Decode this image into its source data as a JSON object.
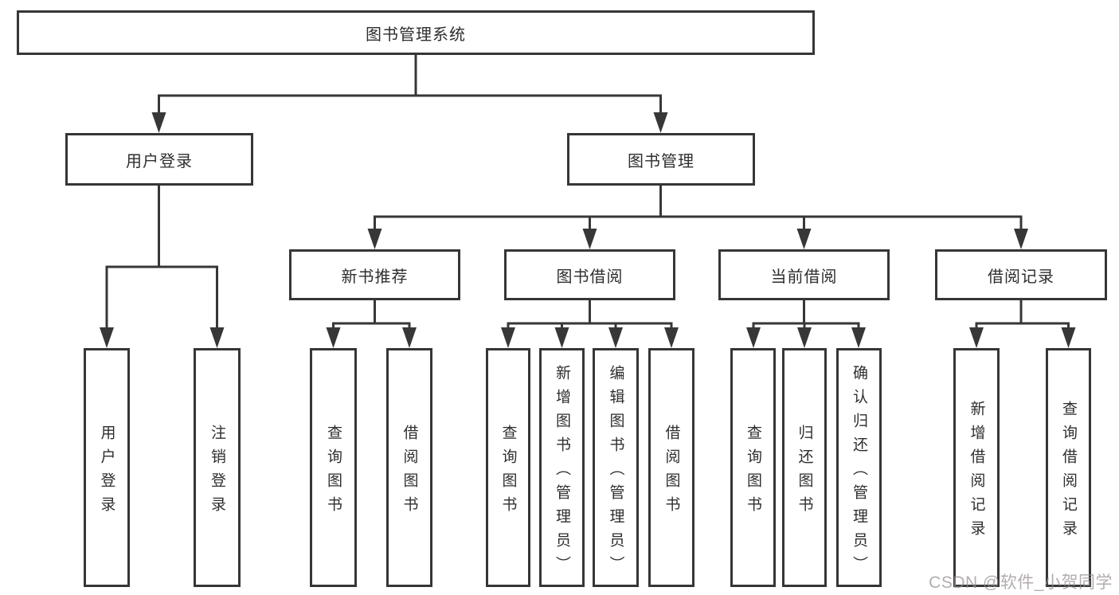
{
  "diagram_title": "图书管理系统",
  "watermark": "CSDN @软件_小贺同学",
  "nodes": {
    "root": {
      "label": "图书管理系统"
    },
    "user_login": {
      "label": "用户登录"
    },
    "book_mgmt": {
      "label": "图书管理"
    },
    "new_book_rec": {
      "label": "新书推荐"
    },
    "book_borrow": {
      "label": "图书借阅"
    },
    "current_borrow": {
      "label": "当前借阅"
    },
    "borrow_record": {
      "label": "借阅记录"
    },
    "leaf_user_login": {
      "label": "用户登录"
    },
    "leaf_logout": {
      "label": "注销登录"
    },
    "leaf_query_book_rec": {
      "label": "查询图书"
    },
    "leaf_borrow_book_rec": {
      "label": "借阅图书"
    },
    "leaf_query_book_bb": {
      "label": "查询图书"
    },
    "leaf_add_book_admin": {
      "label": "新增图书（管理员）"
    },
    "leaf_edit_book_admin": {
      "label": "编辑图书（管理员）"
    },
    "leaf_borrow_book_bb": {
      "label": "借阅图书"
    },
    "leaf_query_book_cur": {
      "label": "查询图书"
    },
    "leaf_return_book": {
      "label": "归还图书"
    },
    "leaf_confirm_return_admin": {
      "label": "确认归还（管理员）"
    },
    "leaf_add_borrow_record": {
      "label": "新增借阅记录"
    },
    "leaf_query_borrow_record": {
      "label": "查询借阅记录"
    }
  }
}
